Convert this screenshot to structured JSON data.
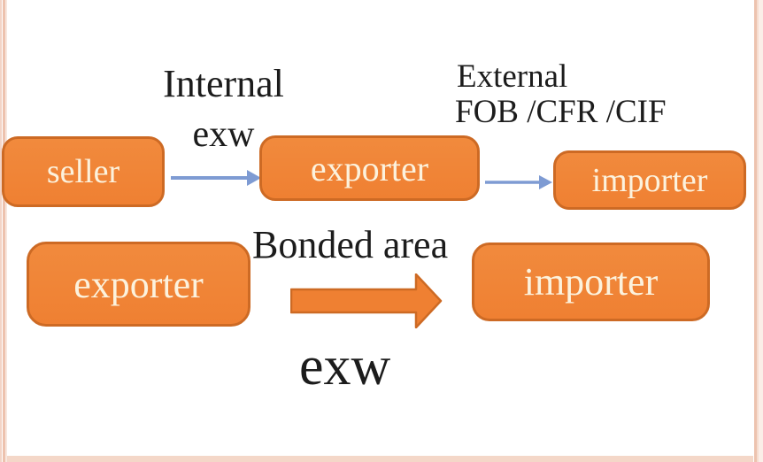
{
  "colors": {
    "box_fill": "#ef8032",
    "box_border": "#cd6a24",
    "box_text": "#fcf2dd",
    "arrow_blue": "#7e9bd3",
    "text_black": "#1c1c1c",
    "frame_pink": "#edc2ae",
    "frame_pink_light": "#f8e7de"
  },
  "flow_top": {
    "label_internal": "Internal",
    "label_internal_term": "exw",
    "label_external": "External",
    "label_external_terms": "FOB /CFR /CIF",
    "nodes": [
      {
        "id": "seller",
        "label": "seller"
      },
      {
        "id": "exporter",
        "label": "exporter"
      },
      {
        "id": "importer",
        "label": "importer"
      }
    ]
  },
  "flow_bottom": {
    "label_bonded": "Bonded area",
    "label_exw": "exw",
    "nodes": [
      {
        "id": "exporter",
        "label": "exporter"
      },
      {
        "id": "importer",
        "label": "importer"
      }
    ]
  }
}
